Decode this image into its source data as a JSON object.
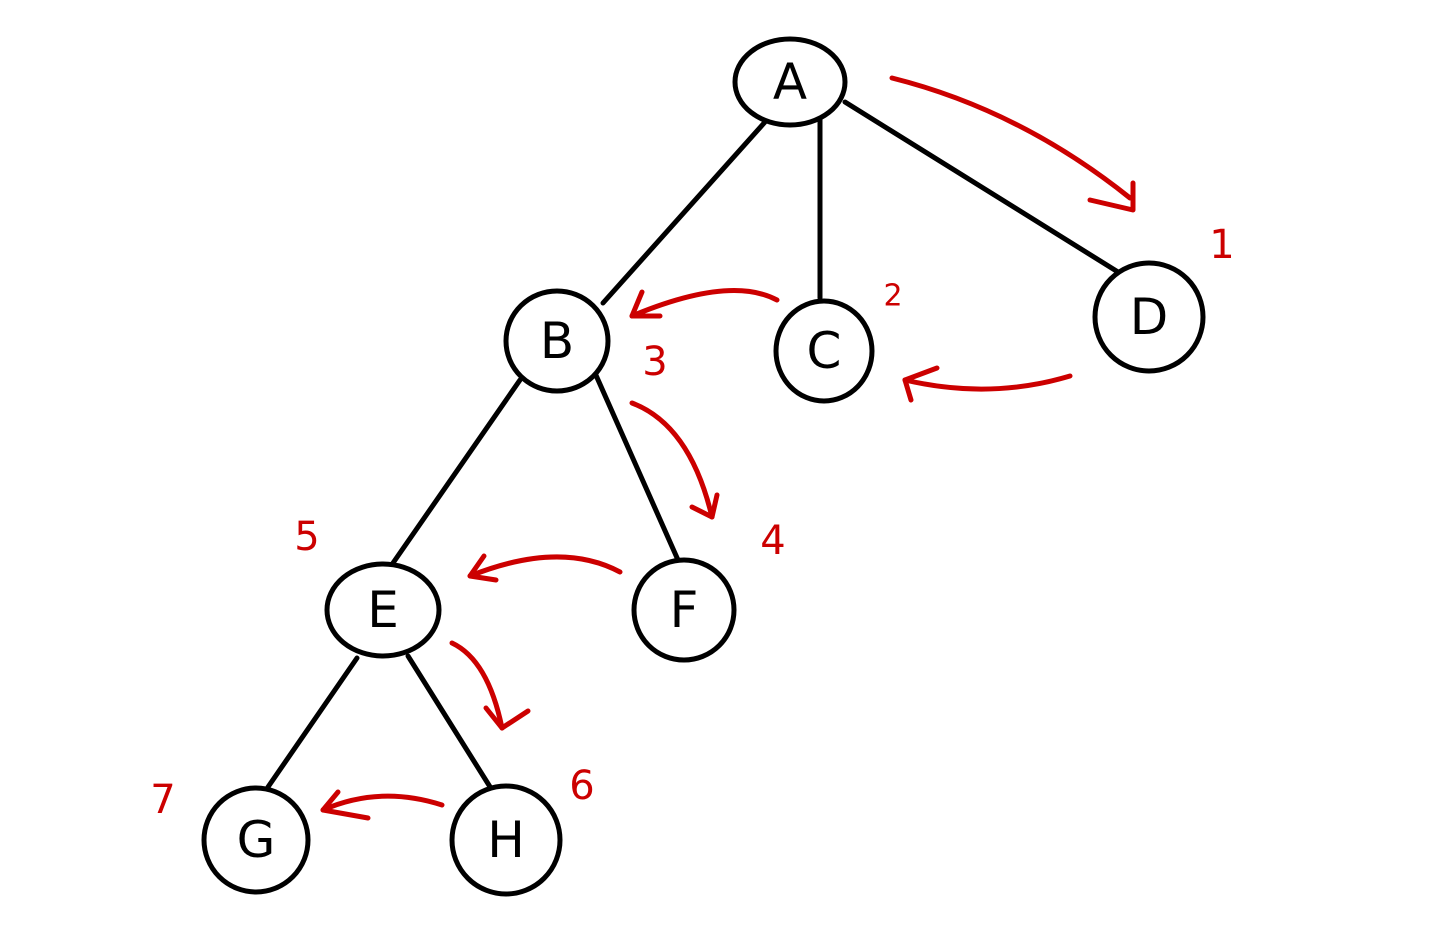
{
  "colors": {
    "tree": "#000000",
    "traversal": "#cc0000",
    "background": "#ffffff"
  },
  "nodes": [
    {
      "id": "A",
      "label": "A"
    },
    {
      "id": "B",
      "label": "B"
    },
    {
      "id": "C",
      "label": "C"
    },
    {
      "id": "D",
      "label": "D"
    },
    {
      "id": "E",
      "label": "E"
    },
    {
      "id": "F",
      "label": "F"
    },
    {
      "id": "G",
      "label": "G"
    },
    {
      "id": "H",
      "label": "H"
    }
  ],
  "edges": [
    {
      "from": "A",
      "to": "B"
    },
    {
      "from": "A",
      "to": "C"
    },
    {
      "from": "A",
      "to": "D"
    },
    {
      "from": "B",
      "to": "E"
    },
    {
      "from": "B",
      "to": "F"
    },
    {
      "from": "E",
      "to": "G"
    },
    {
      "from": "E",
      "to": "H"
    }
  ],
  "traversal_order": [
    {
      "node": "D",
      "number": "1"
    },
    {
      "node": "C",
      "number": "2"
    },
    {
      "node": "B",
      "number": "3"
    },
    {
      "node": "F",
      "number": "4"
    },
    {
      "node": "E",
      "number": "5"
    },
    {
      "node": "H",
      "number": "6"
    },
    {
      "node": "G",
      "number": "7"
    }
  ],
  "traversal_arrows": [
    {
      "from": "A",
      "to": "D"
    },
    {
      "from": "D",
      "to": "C"
    },
    {
      "from": "C",
      "to": "B"
    },
    {
      "from": "B",
      "to": "F"
    },
    {
      "from": "F",
      "to": "E"
    },
    {
      "from": "E",
      "to": "H"
    },
    {
      "from": "H",
      "to": "G"
    }
  ]
}
